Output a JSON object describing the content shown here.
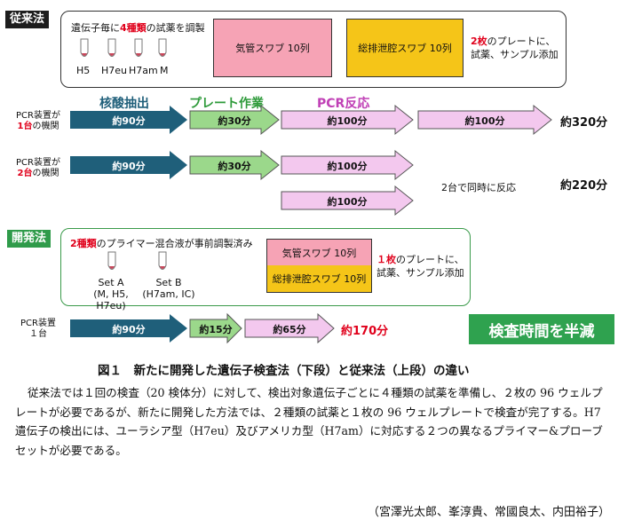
{
  "conventional": {
    "tag": "従来法",
    "reagent_prefix": "遺伝子毎に",
    "reagent_count": "4種類",
    "reagent_suffix": "の試薬を調製",
    "tubes": [
      "H5",
      "H7eu",
      "H7am",
      "M"
    ],
    "plate1": "気管スワブ 10列",
    "plate2": "総排泄腔スワブ 10列",
    "note_count": "2枚",
    "note_line1": "のプレートに、",
    "note_line2": "試薬、サンプル添加"
  },
  "stages": {
    "extraction": "核酸抽出",
    "plate": "プレート作業",
    "pcr": "PCR反応"
  },
  "row1": {
    "label_line1": "PCR装置が",
    "label_num": "1台",
    "label_suffix": "の機関",
    "arrows": [
      "約90分",
      "約30分",
      "約100分",
      "約100分"
    ],
    "total": "約320分"
  },
  "row2": {
    "label_line1": "PCR装置が",
    "label_num": "2台",
    "label_suffix": "の機関",
    "arrows": [
      "約90分",
      "約30分",
      "約100分",
      "約100分"
    ],
    "note": "2台で同時に反応",
    "total": "約220分"
  },
  "new_method": {
    "tag": "開発法",
    "primer_count": "2種類",
    "primer_suffix": "のプライマー混合液が事前調製済み",
    "setA_line1": "Set A",
    "setA_line2": "(M, H5, H7eu)",
    "setB_line1": "Set B",
    "setB_line2": "(H7am, IC)",
    "plate1": "気管スワブ 10列",
    "plate2": "総排泄腔スワブ 10列",
    "note_count": "１枚",
    "note_line1": "のプレートに、",
    "note_line2": "試薬、サンプル添加"
  },
  "row3": {
    "label_line1": "PCR装置",
    "label_line2": "１台",
    "arrows": [
      "約90分",
      "約15分",
      "約65分"
    ],
    "total": "約170分"
  },
  "badge": "検査時間を半減",
  "caption": "図１　新たに開発した遺伝子検査法（下段）と従来法（上段）の違い",
  "paragraph": "従来法では１回の検査（20 検体分）に対して、検出対象遺伝子ごとに４種類の試薬を準備し、２枚の 96 ウェルプレートが必要であるが、新たに開発した方法では、２種類の試薬と１枚の 96 ウェルプレートで検査が完了する。H7 遺伝子の検出には、ユーラシア型（H7eu）及びアメリカ型（H7am）に対応する２つの異なるプライマー&プローブセットが必要である。",
  "authors": "（宮澤光太郎、峯淳貴、常國良太、内田裕子）",
  "colors": {
    "extraction": "#1f5f7a",
    "plate": "#9bd88b",
    "pcr": "#f3c8ee",
    "plate_pink": "#f6a3b5",
    "plate_yellow": "#f5c518",
    "badge": "#2fa24f"
  }
}
